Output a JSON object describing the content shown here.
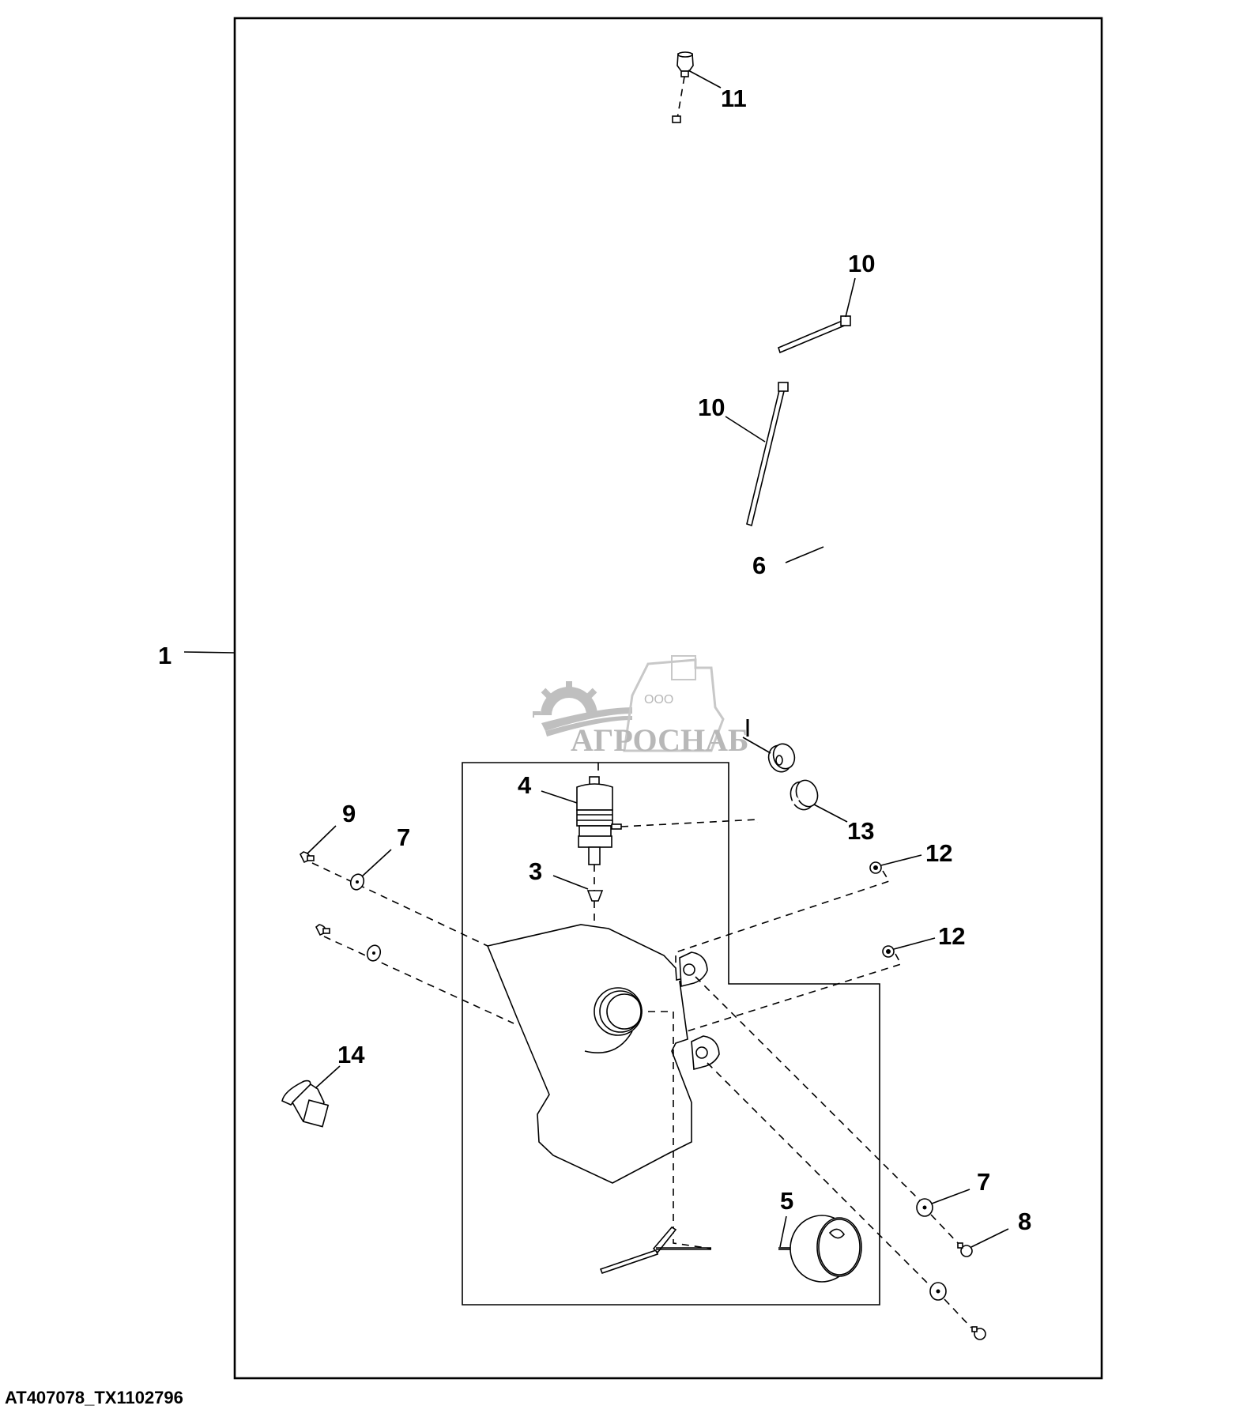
{
  "figure_id": "AT407078_TX1102796",
  "watermark": {
    "prefix": "ООО",
    "brand": "АГРОСНАБ"
  },
  "callouts": {
    "c1": "1",
    "c3": "3",
    "c4": "4",
    "c5": "5",
    "c6": "6",
    "c7a": "7",
    "c7b": "7",
    "c8": "8",
    "c9": "9",
    "c10a": "10",
    "c10b": "10",
    "c11": "11",
    "c12a": "12",
    "c12b": "12",
    "c13": "13",
    "c14": "14"
  },
  "colors": {
    "line": "#000000",
    "background": "#ffffff",
    "watermark": "#bfbfbf"
  }
}
